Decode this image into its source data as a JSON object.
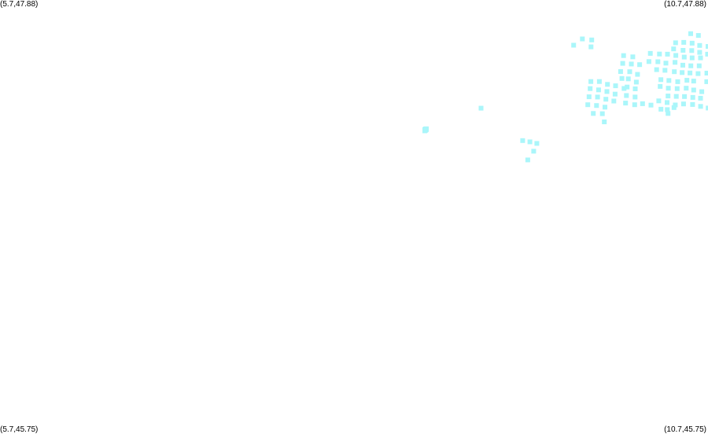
{
  "corners": {
    "top_left": "(5.7,47.88)",
    "top_right": "(10.7,47.88)",
    "bottom_left": "(5.7,45.75)",
    "bottom_right": "(10.7,45.75)"
  },
  "chart_data": {
    "type": "scatter",
    "title": "",
    "xlabel": "",
    "ylabel": "",
    "xlim": [
      5.7,
      10.7
    ],
    "ylim": [
      45.75,
      47.88
    ],
    "grid": false,
    "marker_color": "#aaf6fa",
    "marker_shape": "square",
    "points": [
      [
        9.813,
        47.689
      ],
      [
        9.879,
        47.684
      ],
      [
        9.751,
        47.658
      ],
      [
        9.874,
        47.65
      ],
      [
        9.097,
        47.349
      ],
      [
        9.391,
        47.19
      ],
      [
        9.442,
        47.184
      ],
      [
        9.491,
        47.176
      ],
      [
        9.469,
        47.138
      ],
      [
        9.427,
        47.095
      ],
      [
        9.873,
        47.48
      ],
      [
        9.933,
        47.48
      ],
      [
        9.99,
        47.466
      ],
      [
        10.047,
        47.459
      ],
      [
        10.107,
        47.446
      ],
      [
        9.868,
        47.445
      ],
      [
        9.927,
        47.439
      ],
      [
        9.986,
        47.431
      ],
      [
        10.044,
        47.418
      ],
      [
        9.86,
        47.405
      ],
      [
        9.92,
        47.404
      ],
      [
        9.979,
        47.393
      ],
      [
        10.035,
        47.384
      ],
      [
        9.851,
        47.366
      ],
      [
        9.913,
        47.362
      ],
      [
        9.972,
        47.354
      ],
      [
        9.89,
        47.323
      ],
      [
        9.954,
        47.322
      ],
      [
        9.968,
        47.282
      ],
      [
        10.104,
        47.607
      ],
      [
        10.169,
        47.601
      ],
      [
        10.098,
        47.569
      ],
      [
        10.159,
        47.566
      ],
      [
        10.217,
        47.563
      ],
      [
        10.083,
        47.529
      ],
      [
        10.147,
        47.528
      ],
      [
        10.202,
        47.515
      ],
      [
        10.092,
        47.495
      ],
      [
        10.137,
        47.493
      ],
      [
        10.194,
        47.477
      ],
      [
        10.129,
        47.453
      ],
      [
        10.186,
        47.444
      ],
      [
        10.124,
        47.411
      ],
      [
        10.185,
        47.404
      ],
      [
        10.118,
        47.374
      ],
      [
        10.182,
        47.366
      ],
      [
        10.238,
        47.371
      ],
      [
        10.297,
        47.364
      ],
      [
        10.293,
        47.618
      ],
      [
        10.357,
        47.615
      ],
      [
        10.414,
        47.614
      ],
      [
        10.473,
        47.608
      ],
      [
        10.532,
        47.6
      ],
      [
        10.588,
        47.596
      ],
      [
        10.647,
        47.596
      ],
      [
        10.283,
        47.578
      ],
      [
        10.346,
        47.577
      ],
      [
        10.403,
        47.57
      ],
      [
        10.467,
        47.574
      ],
      [
        10.522,
        47.56
      ],
      [
        10.579,
        47.557
      ],
      [
        10.638,
        47.557
      ],
      [
        10.337,
        47.538
      ],
      [
        10.396,
        47.535
      ],
      [
        10.462,
        47.528
      ],
      [
        10.517,
        47.524
      ],
      [
        10.573,
        47.522
      ],
      [
        10.63,
        47.519
      ],
      [
        10.692,
        47.521
      ],
      [
        10.691,
        47.479
      ],
      [
        10.578,
        47.715
      ],
      [
        10.632,
        47.706
      ],
      [
        10.471,
        47.67
      ],
      [
        10.529,
        47.672
      ],
      [
        10.588,
        47.668
      ],
      [
        10.641,
        47.657
      ],
      [
        10.7,
        47.652
      ],
      [
        10.457,
        47.64
      ],
      [
        10.524,
        47.633
      ],
      [
        10.585,
        47.632
      ],
      [
        10.641,
        47.623
      ],
      [
        10.697,
        47.614
      ],
      [
        10.367,
        47.489
      ],
      [
        10.424,
        47.485
      ],
      [
        10.486,
        47.479
      ],
      [
        10.362,
        47.456
      ],
      [
        10.42,
        47.447
      ],
      [
        10.482,
        47.445
      ],
      [
        10.546,
        47.447
      ],
      [
        10.599,
        47.438
      ],
      [
        10.656,
        47.43
      ],
      [
        10.418,
        47.409
      ],
      [
        10.476,
        47.407
      ],
      [
        10.534,
        47.406
      ],
      [
        10.593,
        47.402
      ],
      [
        10.647,
        47.398
      ],
      [
        10.599,
        47.482
      ],
      [
        10.551,
        47.486
      ],
      [
        10.352,
        47.385
      ],
      [
        10.411,
        47.377
      ],
      [
        10.469,
        47.365
      ],
      [
        10.527,
        47.37
      ],
      [
        10.591,
        47.367
      ],
      [
        10.648,
        47.358
      ],
      [
        10.701,
        47.35
      ],
      [
        10.418,
        47.323
      ],
      [
        10.46,
        47.352
      ],
      [
        10.413,
        47.342
      ],
      [
        10.368,
        47.344
      ],
      [
        8.705,
        47.247
      ],
      [
        8.705,
        47.241
      ],
      [
        8.71,
        47.243
      ],
      [
        8.7,
        47.244
      ],
      [
        8.711,
        47.248
      ],
      [
        8.702,
        47.24
      ],
      [
        8.7,
        47.238
      ]
    ]
  }
}
